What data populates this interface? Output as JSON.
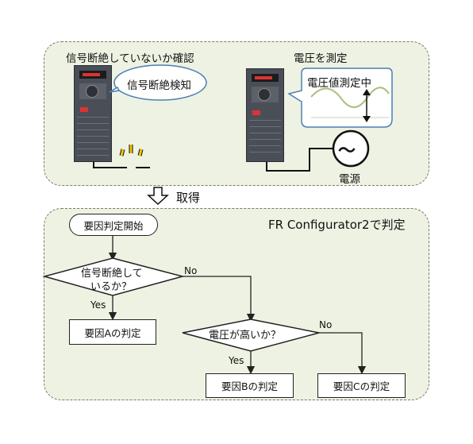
{
  "top_panel": {
    "left_title": "信号断絶していないか確認",
    "left_bubble": "信号断絶検知",
    "right_title": "電圧を測定",
    "right_bubble": "電圧値測定中",
    "power_label": "電源",
    "power_symbol": "～"
  },
  "transfer": {
    "label": "取得"
  },
  "bottom_panel": {
    "title": "FR Configurator2で判定",
    "start": "要因判定開始",
    "decision1_line1": "信号断絶して",
    "decision1_line2": "いるか？",
    "decision1_yes": "Yes",
    "decision1_no": "No",
    "result_a": "要因Aの判定",
    "decision2": "電圧が高いか？",
    "decision2_yes": "Yes",
    "decision2_no": "No",
    "result_b": "要因Bの判定",
    "result_c": "要因Cの判定"
  },
  "colors": {
    "panel_bg": "#eef2e3",
    "inverter_body": "#4a4f57",
    "bubble_border": "#4a7fb5",
    "sine_wave": "#a8c07a",
    "spark": "#f2c200"
  }
}
